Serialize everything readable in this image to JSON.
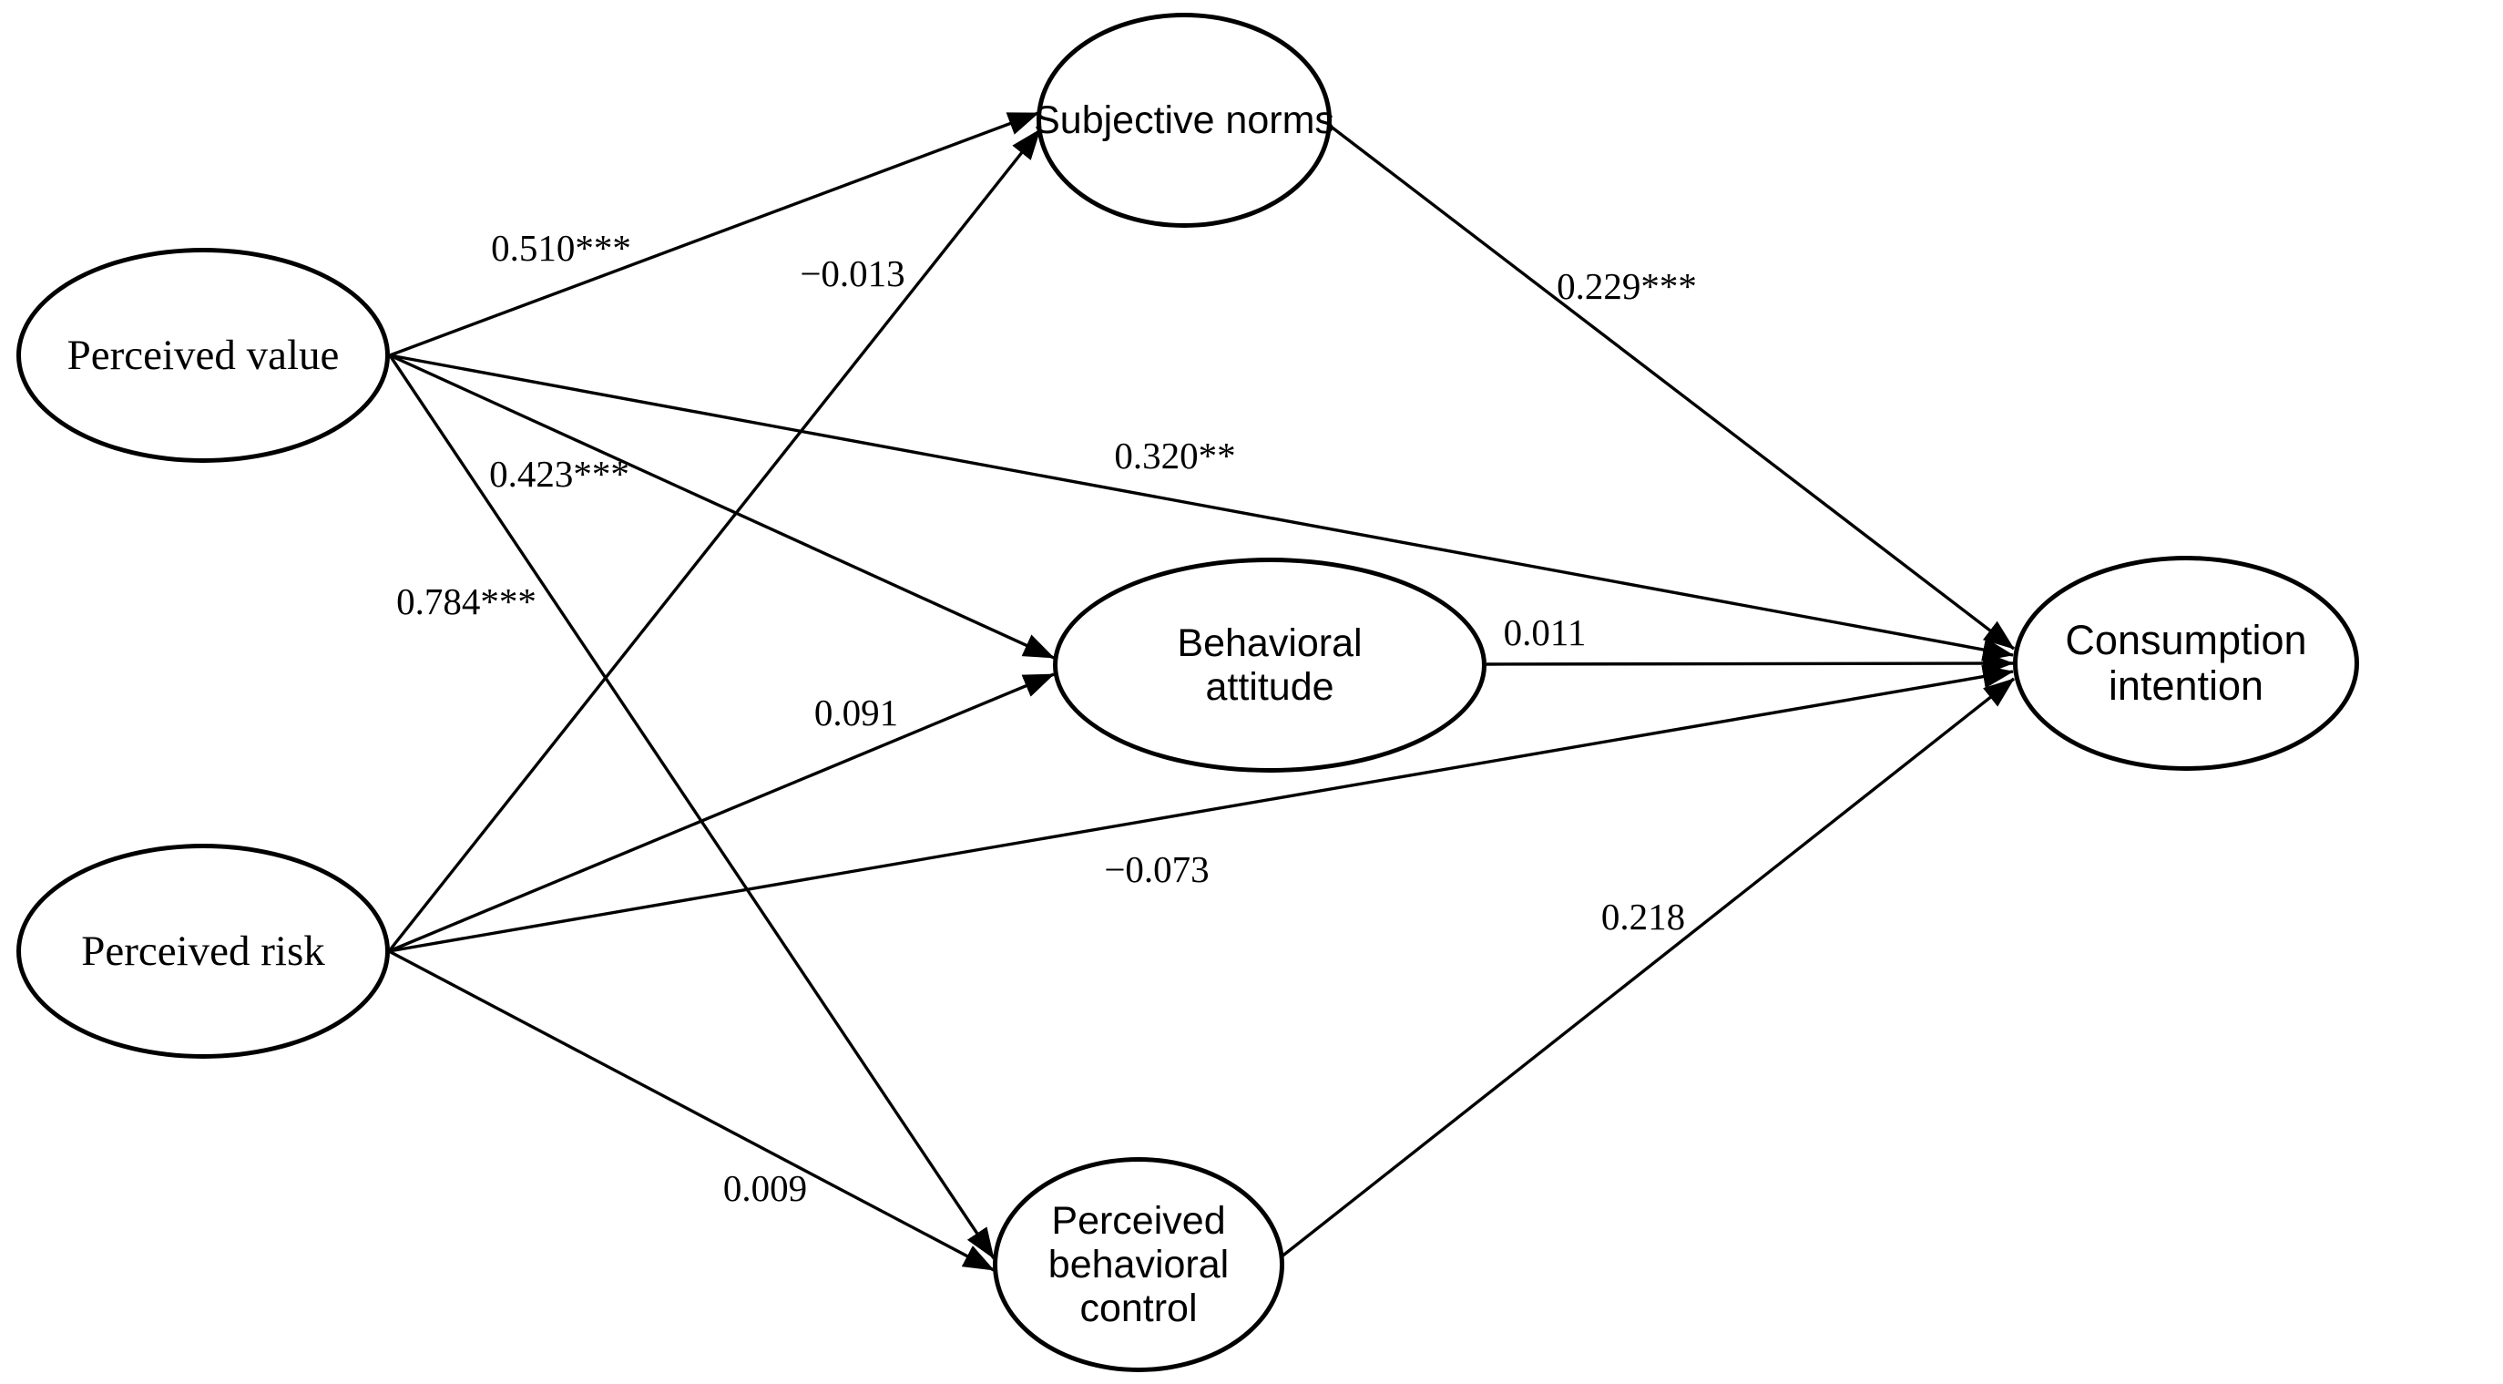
{
  "diagram": {
    "type": "structural-equation-path-model",
    "line_color": "#000000",
    "background_color": "#ffffff",
    "nodes": [
      {
        "id": "perceived-value",
        "label": "Perceived value"
      },
      {
        "id": "perceived-risk",
        "label": "Perceived risk"
      },
      {
        "id": "subjective-norms",
        "label": "Subjective norms"
      },
      {
        "id": "behavioral-attitude",
        "label": "Behavioral attitude"
      },
      {
        "id": "perceived-behavioral-control",
        "label": "Perceived behavioral control"
      },
      {
        "id": "consumption-intention",
        "label": "Consumption intention"
      }
    ],
    "paths": [
      {
        "from": "Perceived value",
        "to": "Subjective norms",
        "coefficient": "0.510***"
      },
      {
        "from": "Perceived value",
        "to": "Behavioral attitude",
        "coefficient": "0.423***"
      },
      {
        "from": "Perceived value",
        "to": "Perceived behavioral control",
        "coefficient": "0.784***"
      },
      {
        "from": "Perceived value",
        "to": "Consumption intention",
        "coefficient": "0.320**"
      },
      {
        "from": "Perceived risk",
        "to": "Subjective norms",
        "coefficient": "−0.013"
      },
      {
        "from": "Perceived risk",
        "to": "Behavioral attitude",
        "coefficient": "0.091"
      },
      {
        "from": "Perceived risk",
        "to": "Perceived behavioral control",
        "coefficient": "0.009"
      },
      {
        "from": "Perceived risk",
        "to": "Consumption intention",
        "coefficient": "−0.073"
      },
      {
        "from": "Subjective norms",
        "to": "Consumption intention",
        "coefficient": "0.229***"
      },
      {
        "from": "Behavioral attitude",
        "to": "Consumption intention",
        "coefficient": "0.011"
      },
      {
        "from": "Perceived behavioral control",
        "to": "Consumption intention",
        "coefficient": "0.218"
      }
    ]
  }
}
